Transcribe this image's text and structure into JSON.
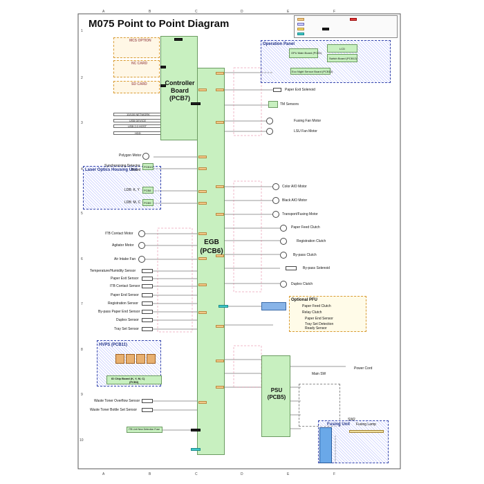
{
  "title": "M075 Point to Point Diagram",
  "grid": {
    "cols": [
      "A",
      "B",
      "C",
      "D",
      "E",
      "F"
    ],
    "rows": [
      "1",
      "2",
      "3",
      "4",
      "5",
      "6",
      "7",
      "8",
      "9",
      "10"
    ]
  },
  "controller": {
    "name": "Controller",
    "name2": "Board",
    "code": "(PCB7)"
  },
  "egb": {
    "name": "EGB",
    "code": "(PCB6)"
  },
  "psu": {
    "name": "PSU",
    "code": "(PCB5)"
  },
  "controller_options": [
    "MCS OPTION",
    "NC CARD",
    "SD CARD"
  ],
  "ports": [
    "10/100 NETWORK",
    "USB DEVICE",
    "USB 2.0 HOST",
    "HDD"
  ],
  "operation_panel": {
    "title": "Operation Panel",
    "items": [
      "OPU Main Board (PCB1)",
      "LCD",
      "Switch Board (PCB12)",
      "Eco Night Sensor Board (PCB13)"
    ]
  },
  "laser_unit": {
    "title": "Laser Optics Housing Unit",
    "items": [
      "Polygon Motor",
      "Synchronizing Detector",
      "Board",
      "LDB: K, Y",
      "LDB: M, C"
    ],
    "codes": [
      "PCB10",
      "PCB8",
      "PCB9"
    ]
  },
  "right_components": [
    "Paper Exit Solenoid",
    "TM Sensors",
    "Fusing Fan Motor",
    "LSU Fan Motor",
    "Color AIO Motor",
    "Black AIO Motor",
    "Transport/Fusing Motor",
    "Paper Feed Clutch",
    "Registration Clutch",
    "By-pass Clutch",
    "By-pass Solenoid",
    "Duplex Clutch"
  ],
  "left_components": [
    "ITB Contact Motor",
    "Agitator Motor",
    "Air Intake Fan",
    "Temperature/Humidity Sensor",
    "Paper Exit Sensor",
    "ITB Contact Sensor",
    "Paper End Sensor",
    "Registration Sensor",
    "By-pass Paper End Sensor",
    "Duplex Sensor",
    "Tray Set Sensor"
  ],
  "optional_pfu": {
    "title": "Optional PFU",
    "items": [
      "Paper Feed Clutch",
      "Relay Clutch",
      "Paper End Sensor",
      "Tray Set Detection",
      "Ready Sensor"
    ]
  },
  "hvps": {
    "title": "HVPS (PCB11)",
    "chip": "ID Chip Board (K, Y, M, C)",
    "chip_code": "(PCB3)"
  },
  "waste": [
    "Waste Toner Overflow Sensor",
    "Waste Toner Bottle Set Sensor"
  ],
  "fusing_unit": {
    "title": "Fusing Unit",
    "lamp": "Fusing Lamp"
  },
  "psu_side": [
    "Main SW",
    "Power Cord",
    "SW2"
  ],
  "itb_label": "ITB Unit New Detection Fuse"
}
